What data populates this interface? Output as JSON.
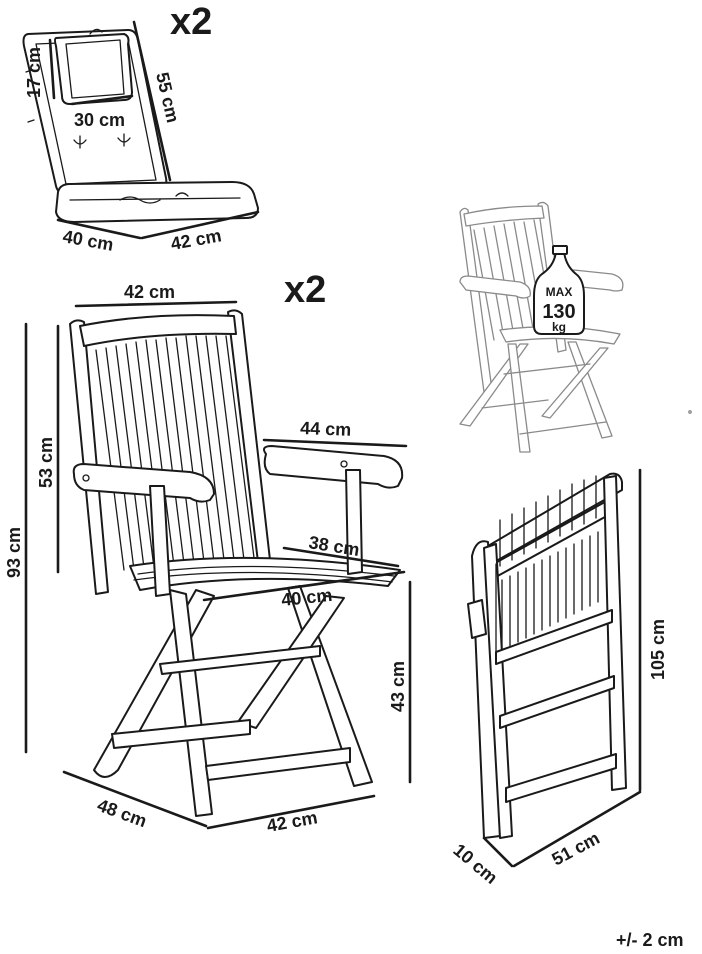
{
  "cushion": {
    "quantity": "x2",
    "pillow_height": "17 cm",
    "pillow_width": "30 cm",
    "back_length": "55 cm",
    "seat_depth": "40 cm",
    "seat_width": "42 cm"
  },
  "chair": {
    "quantity": "x2",
    "top_width": "42 cm",
    "armrest_width": "44 cm",
    "backrest_height": "53 cm",
    "total_height": "93 cm",
    "seat_depth_inner": "38 cm",
    "seat_width": "40 cm",
    "seat_height": "43 cm",
    "base_depth": "48 cm",
    "base_width": "42 cm"
  },
  "load_badge": {
    "line1": "MAX",
    "line2": "130",
    "line3": "kg"
  },
  "folded": {
    "height": "105 cm",
    "thickness": "10 cm",
    "length": "51 cm"
  },
  "tolerance": "+/- 2 cm"
}
